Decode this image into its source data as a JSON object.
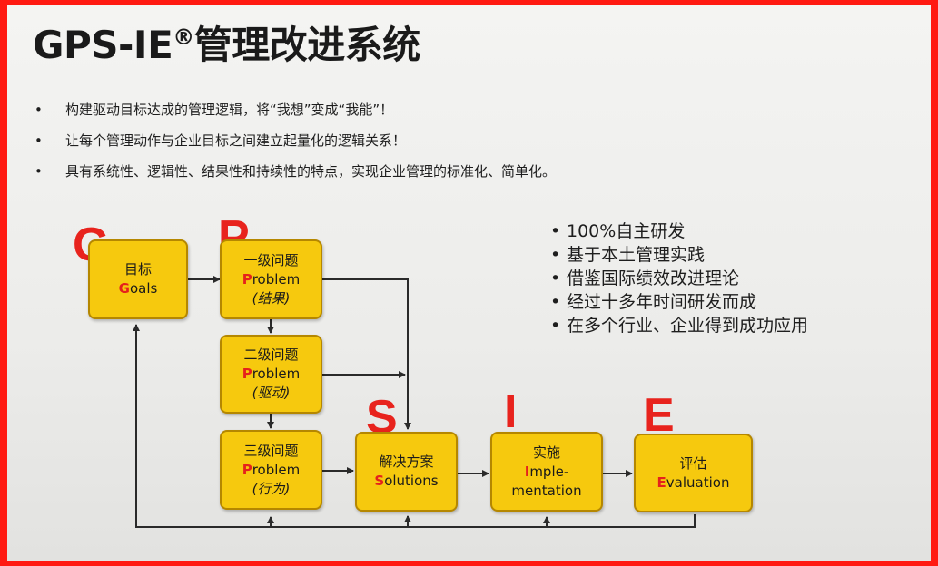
{
  "title": {
    "main": "GPS-IE",
    "reg": "®",
    "cn": "管理改进系统"
  },
  "bullets": [
    "构建驱动目标达成的管理逻辑，将“我想”变成“我能”！",
    "让每个管理动作与企业目标之间建立起量化的逻辑关系！",
    "具有系统性、逻辑性、结果性和持续性的特点，实现企业管理的标准化、简单化。"
  ],
  "features": [
    "100%自主研发",
    "基于本土管理实践",
    "借鉴国际绩效改进理论",
    "经过十多年时间研发而成",
    "在多个行业、企业得到成功应用"
  ],
  "letters": {
    "g": "G",
    "p": "P",
    "s": "S",
    "i": "I",
    "e": "E"
  },
  "boxes": {
    "goals": {
      "cn": "目标",
      "en_first": "G",
      "en_rest": "oals"
    },
    "p1": {
      "cn": "一级问题",
      "en_first": "P",
      "en_rest": "roblem",
      "sub": "(结果)"
    },
    "p2": {
      "cn": "二级问题",
      "en_first": "P",
      "en_rest": "roblem",
      "sub": "(驱动)"
    },
    "p3": {
      "cn": "三级问题",
      "en_first": "P",
      "en_rest": "roblem",
      "sub": "(行为)"
    },
    "solutions": {
      "cn": "解决方案",
      "en_first": "S",
      "en_rest": "olutions"
    },
    "impl": {
      "cn": "实施",
      "en_first": "I",
      "en_rest": "mple-",
      "en_line2": "mentation"
    },
    "eval": {
      "cn": "评估",
      "en_first": "E",
      "en_rest": "valuation"
    }
  },
  "bullet_symbol": "•",
  "colors": {
    "border": "#ff1a12",
    "box_fill": "#f6c90e",
    "box_border": "#b58700",
    "accent_red": "#e5211c",
    "arrow": "#2a2a2a"
  }
}
